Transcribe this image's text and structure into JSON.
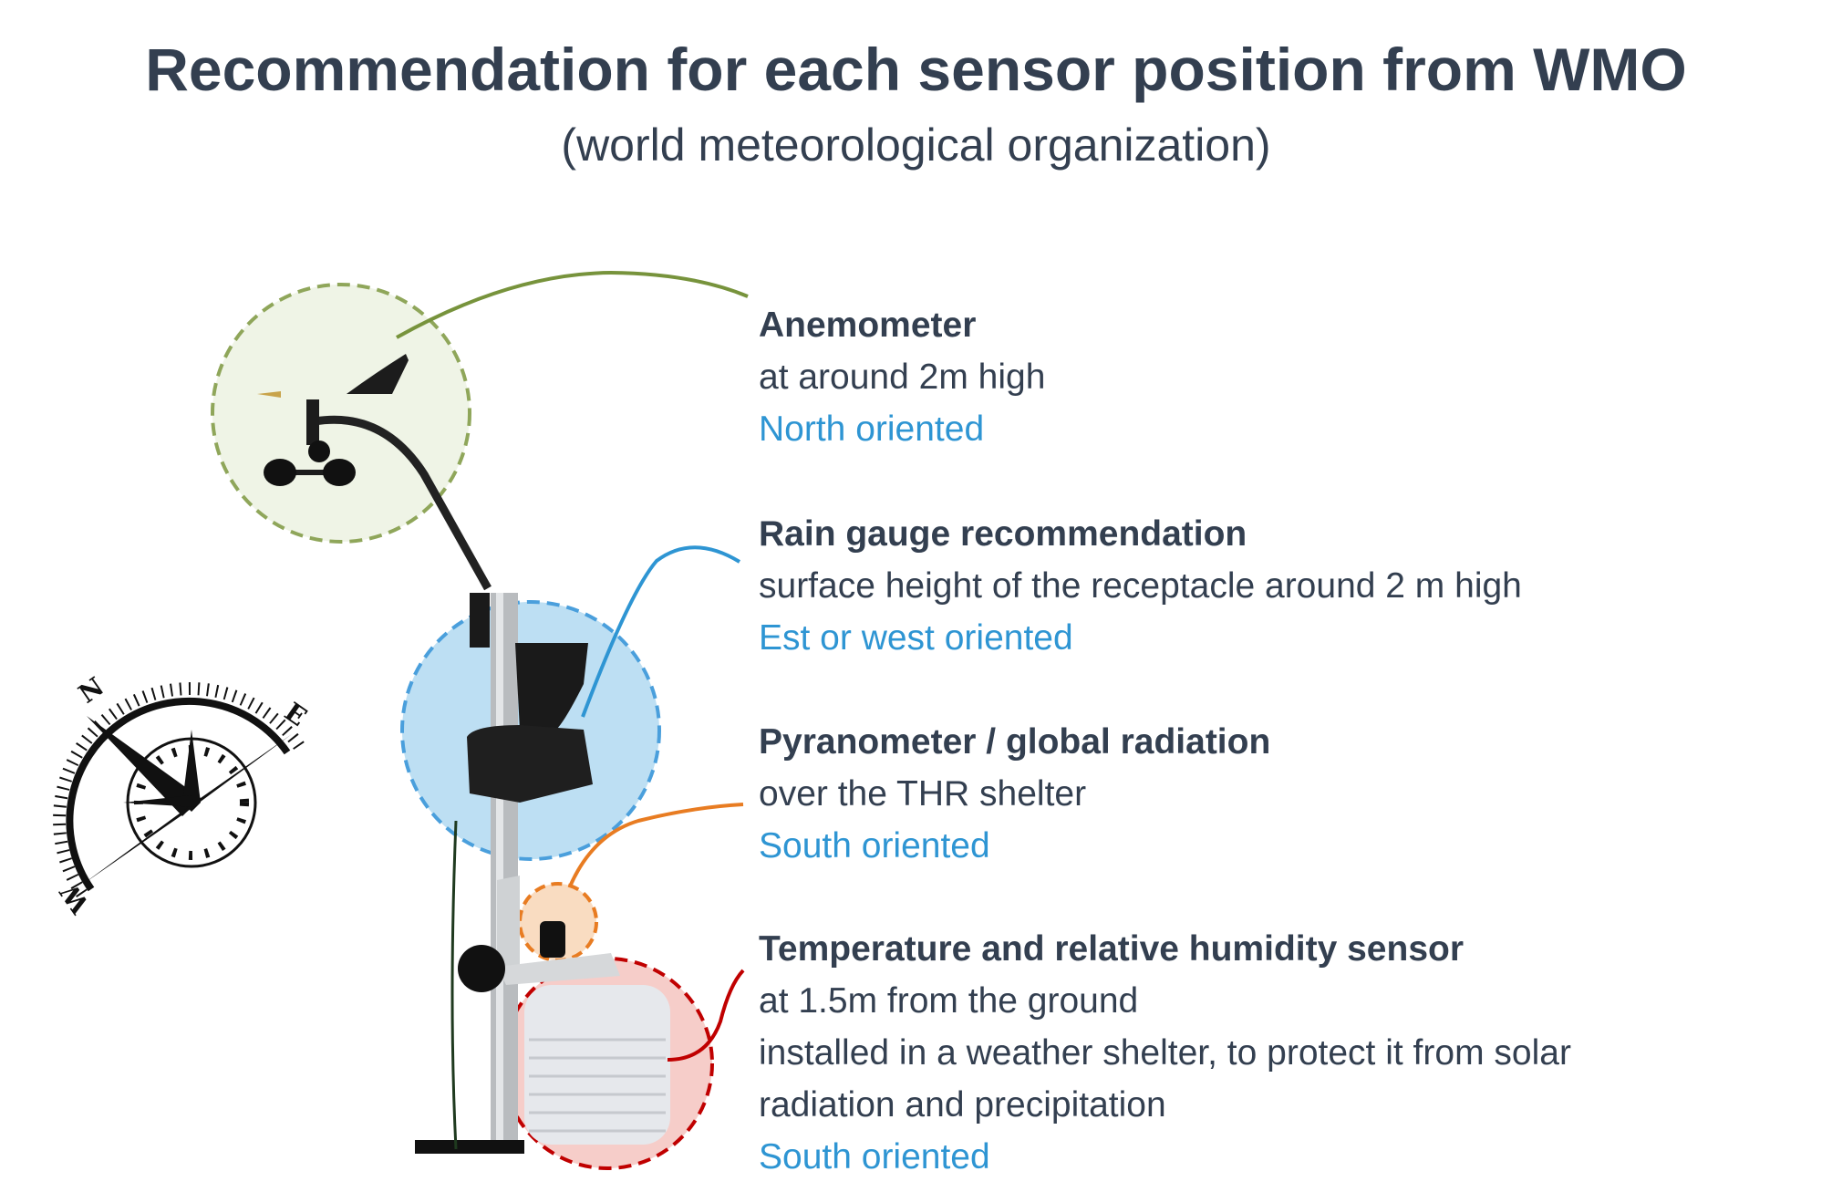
{
  "header": {
    "title": "Recommendation for each sensor position from WMO",
    "subtitle": "(world meteorological organization)"
  },
  "compass": {
    "labels": [
      "N",
      "E",
      "W"
    ]
  },
  "sensors": [
    {
      "name": "Anemometer",
      "lines": [
        "at around 2m high"
      ],
      "orientation": "North oriented",
      "color": "#77933c"
    },
    {
      "name": "Rain gauge recommendation",
      "lines": [
        "surface height of the receptacle around 2 m high"
      ],
      "orientation": "Est or west oriented",
      "color": "#2e95d3"
    },
    {
      "name": "Pyranometer / global radiation",
      "lines": [
        "over the THR shelter"
      ],
      "orientation": "South oriented",
      "color": "#e87c22"
    },
    {
      "name": "Temperature and relative humidity sensor",
      "lines": [
        "at 1.5m from the ground",
        "installed in a weather shelter, to protect it from solar",
        "radiation and precipitation"
      ],
      "orientation": "South oriented",
      "color": "#c00000"
    }
  ]
}
